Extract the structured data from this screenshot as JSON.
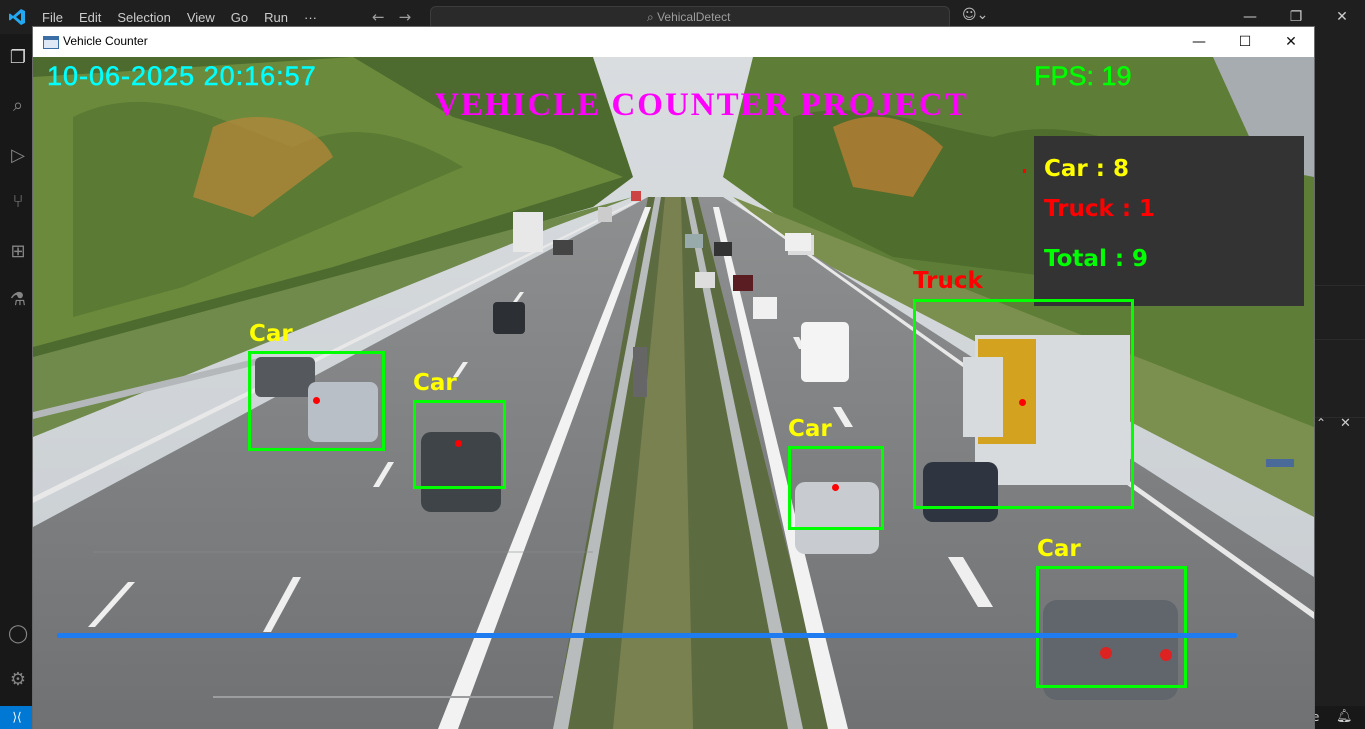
{
  "vscode": {
    "menu": [
      "File",
      "Edit",
      "Selection",
      "View",
      "Go",
      "Run",
      "···"
    ],
    "search_text": "VehicalDetect",
    "window_controls": [
      "—",
      "❐",
      "✕"
    ]
  },
  "cv_window": {
    "title": "Vehicle Counter",
    "controls": [
      "—",
      "☐",
      "✕"
    ]
  },
  "overlay": {
    "timestamp": "10-06-2025 20:16:57",
    "fps": "FPS: 19",
    "project_title": "VEHICLE COUNTER PROJECT"
  },
  "counts": {
    "car": "Car  : 8",
    "truck": "Truck : 1",
    "total": "Total  : 9"
  },
  "detections": [
    {
      "label": "Car"
    },
    {
      "label": "Car"
    },
    {
      "label": "Car"
    },
    {
      "label": "Truck"
    },
    {
      "label": "Car"
    }
  ],
  "colors": {
    "timestamp": "#00ffff",
    "fps": "#00ff00",
    "title": "#ff00ff",
    "car_label": "#ffff00",
    "truck_label": "#ff0000",
    "total_label": "#00ff00",
    "box": "#00ff00",
    "counting_line": "#1e7bf0"
  }
}
